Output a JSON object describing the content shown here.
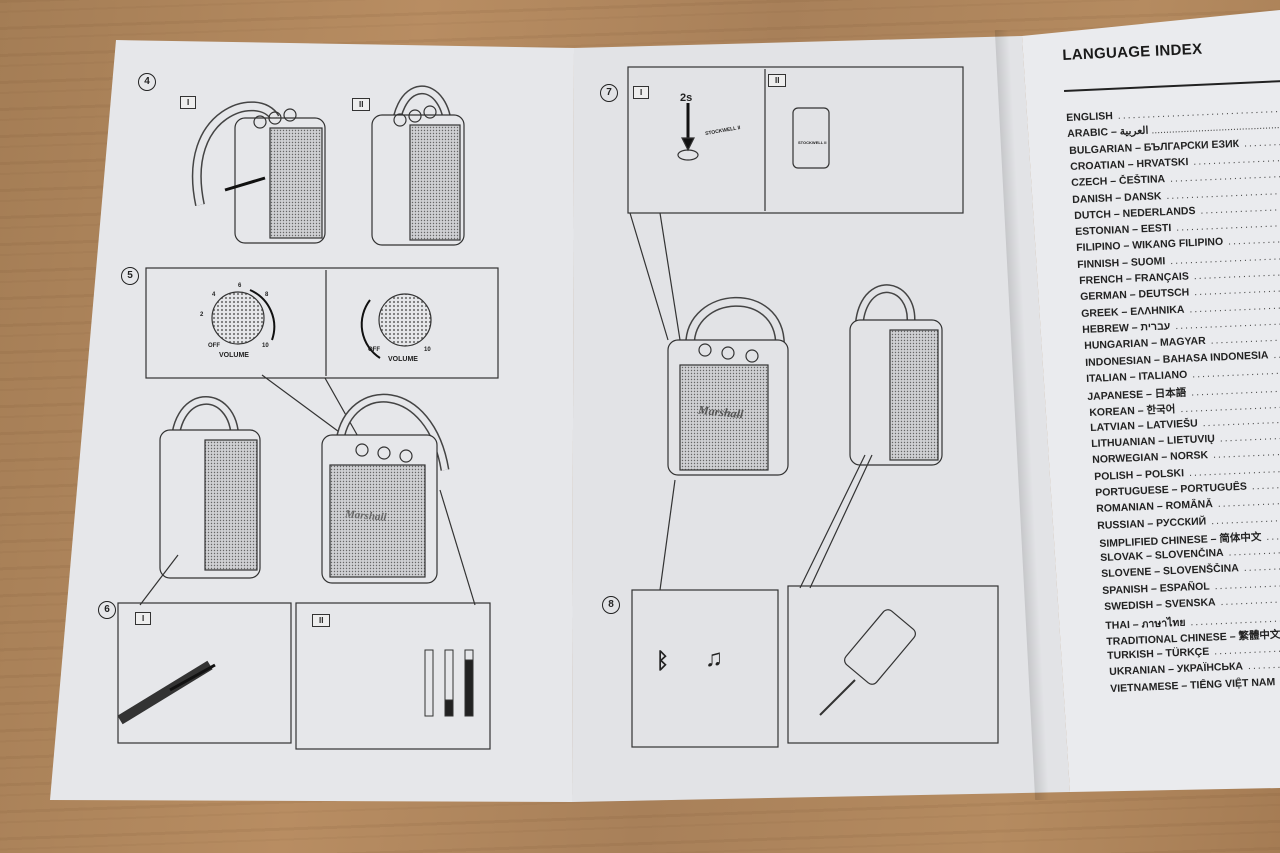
{
  "left_page": {
    "steps": [
      "4",
      "5",
      "6"
    ],
    "panel_labels": {
      "step4": [
        "I",
        "II"
      ],
      "step6": [
        "I",
        "II"
      ]
    },
    "volume": {
      "label": "VOLUME",
      "off": "OFF",
      "max": "10",
      "ticks": [
        "2",
        "4",
        "6",
        "8"
      ]
    },
    "brand": "Marshall"
  },
  "right_page": {
    "steps": [
      "7",
      "8"
    ],
    "panel_labels": {
      "step7": [
        "I",
        "II"
      ]
    },
    "hold_time": "2s",
    "device_name": "STOCKWELL II",
    "brand": "Marshall"
  },
  "language_index": {
    "title": "LANGUAGE INDEX",
    "items": [
      "ENGLISH",
      "ARABIC – العربية",
      "BULGARIAN – БЪЛГАРСКИ ЕЗИК",
      "CROATIAN – HRVATSKI",
      "CZECH – ČEŠTINA",
      "DANISH – DANSK",
      "DUTCH – NEDERLANDS",
      "ESTONIAN – EESTI",
      "FILIPINO – WIKANG FILIPINO",
      "FINNISH – SUOMI",
      "FRENCH – FRANÇAIS",
      "GERMAN – DEUTSCH",
      "GREEK – ΕΛΛΗΝΙΚΑ",
      "HEBREW – עברית",
      "HUNGARIAN – MAGYAR",
      "INDONESIAN – BAHASA INDONESIA",
      "ITALIAN – ITALIANO",
      "JAPANESE – 日本語",
      "KOREAN – 한국어",
      "LATVIAN – LATVIEŠU",
      "LITHUANIAN – LIETUVIŲ",
      "NORWEGIAN – NORSK",
      "POLISH – POLSKI",
      "PORTUGUESE – PORTUGUÊS",
      "ROMANIAN – ROMÂNĂ",
      "RUSSIAN – РУССКИЙ",
      "SIMPLIFIED CHINESE – 简体中文",
      "SLOVAK – SLOVENČINA",
      "SLOVENE – SLOVENŠČINA",
      "SPANISH – ESPAÑOL",
      "SWEDISH – SVENSKA",
      "THAI – ภาษาไทย",
      "TRADITIONAL CHINESE – 繁體中文",
      "TURKISH – TÜRKÇE",
      "UKRANIAN – УКРАЇНСЬКА",
      "VIETNAMESE – TIẾNG VIỆT NAM"
    ]
  }
}
